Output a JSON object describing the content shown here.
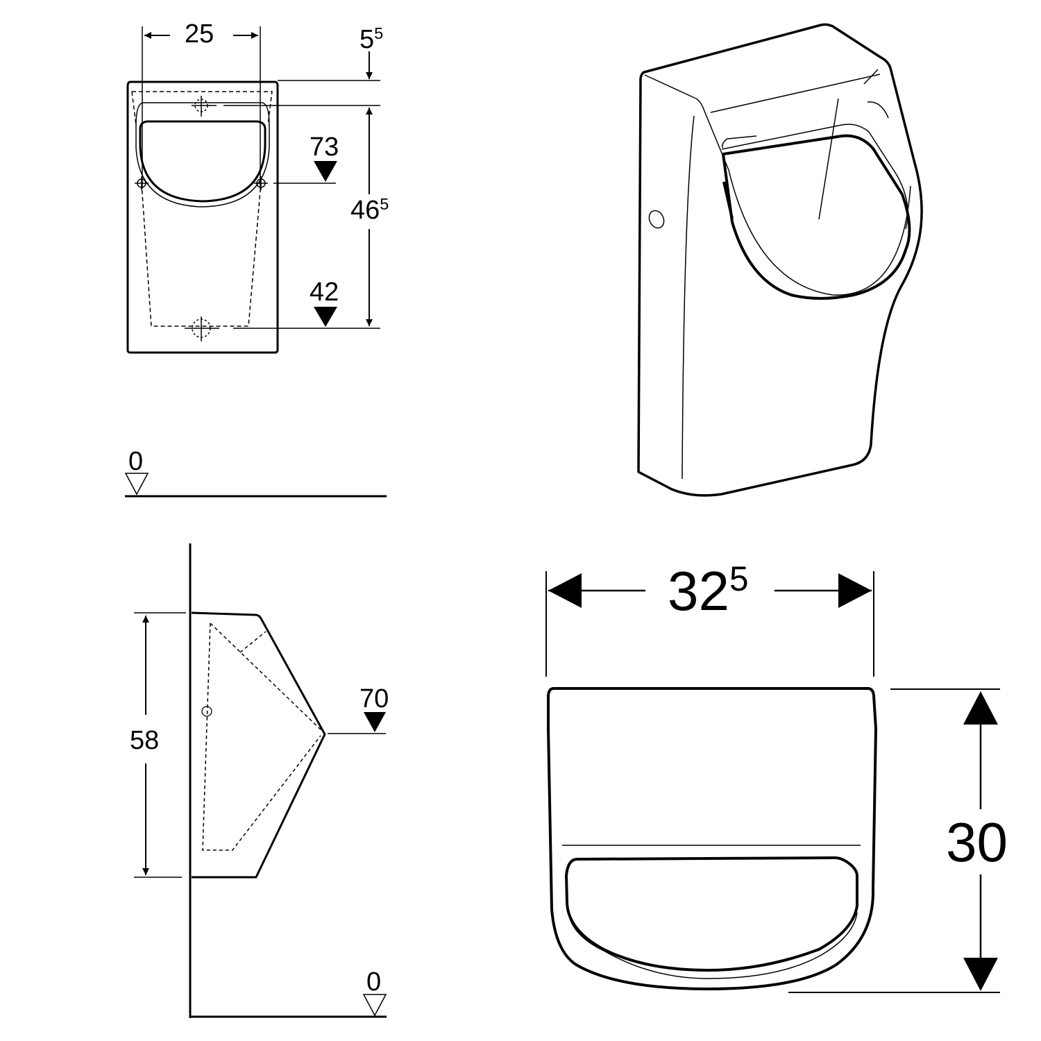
{
  "diagram": {
    "subject": "Wall-hung urinal dimension drawing",
    "units": "cm",
    "colors": {
      "line": "#000000",
      "background": "#ffffff"
    }
  },
  "front_view": {
    "width_label": {
      "main": "25",
      "sup": ""
    },
    "top_offset_label": {
      "main": "5",
      "sup": "5"
    },
    "inlet_height_label": "73",
    "inlet_to_outlet_label": {
      "main": "46",
      "sup": "5"
    },
    "outlet_height_label": "42",
    "floor_label": "0"
  },
  "side_view": {
    "height_label": "58",
    "projection_height_label": "70",
    "floor_label": "0"
  },
  "top_view": {
    "width_label": {
      "main": "32",
      "sup": "5"
    },
    "depth_label": "30"
  },
  "perspective_view": {
    "name": "isometric-urinal"
  }
}
